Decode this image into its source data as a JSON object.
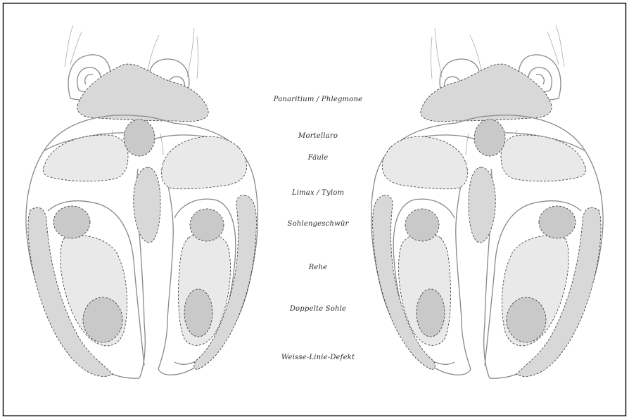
{
  "labels": {
    "panaritium": "Panaritium / Phlegmone",
    "mortellaro": "Mortellaro",
    "faeule": "Fäule",
    "limax": "Limax / Tylom",
    "sohlengeschwuer": "Sohlengeschwür",
    "rehe": "Rehe",
    "doppelte_sohle": "Doppelte Sohle",
    "weisse_linie": "Weisse-Linie-Defekt"
  },
  "colors": {
    "border": "#000000",
    "outline": "#888888",
    "dashed": "#333333",
    "shade_dark": "#c9c9c9",
    "shade_medium": "#d8d8d8",
    "shade_light": "#e9e9e9"
  }
}
